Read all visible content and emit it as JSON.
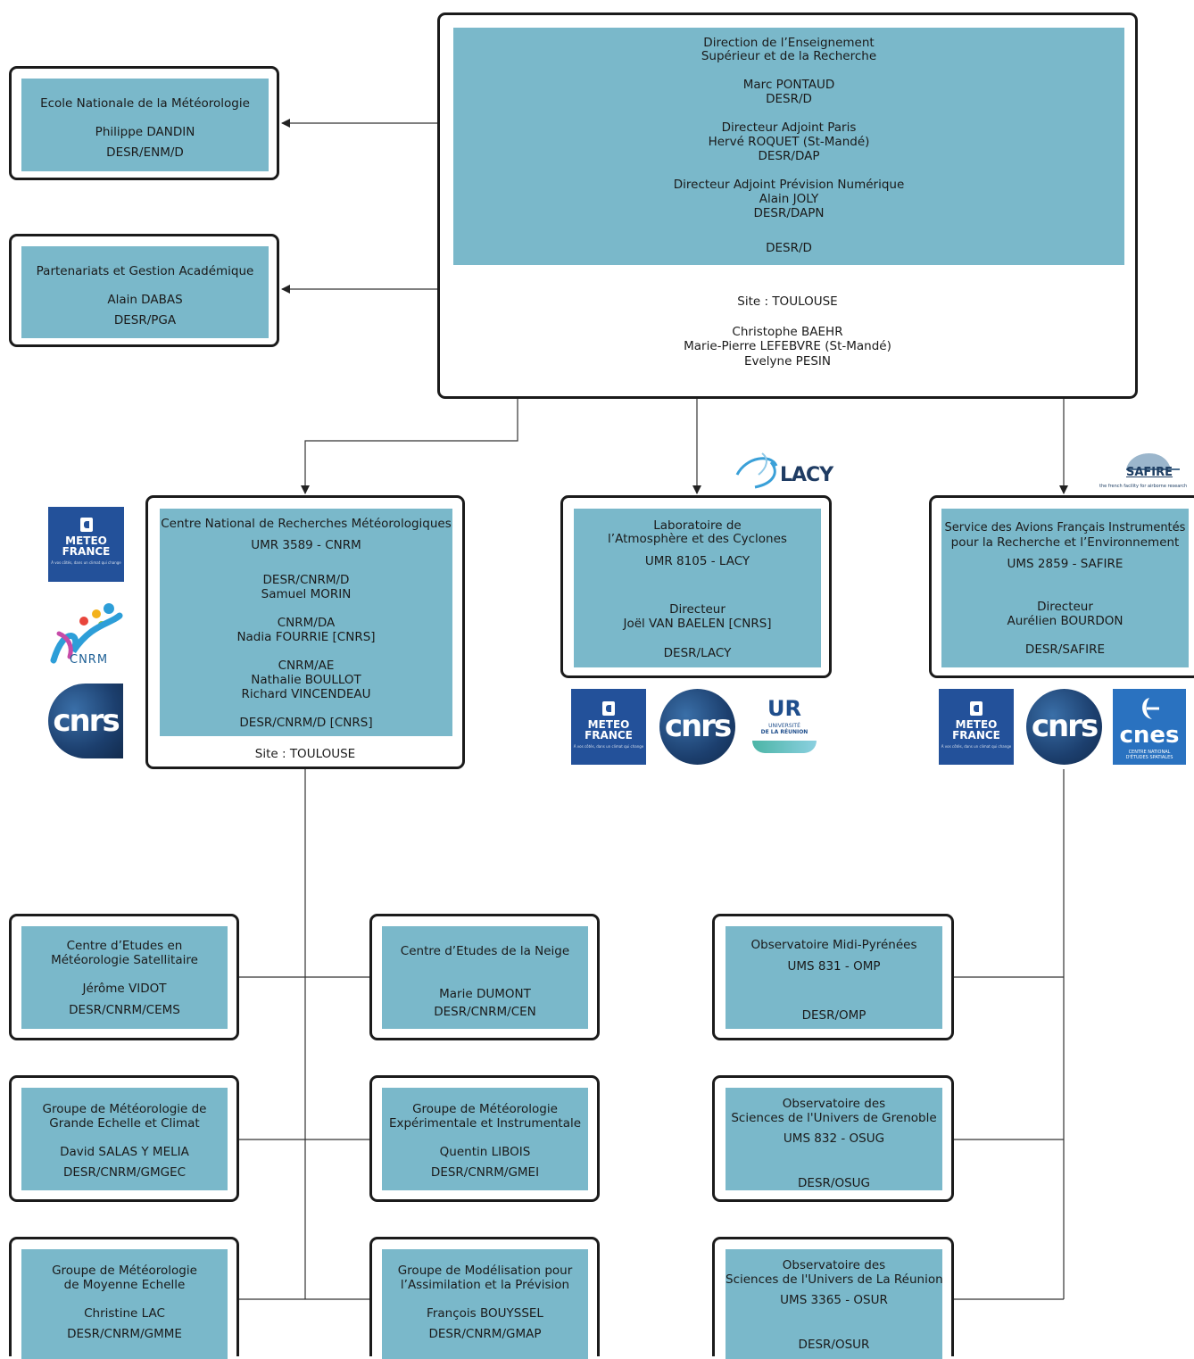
{
  "desr": {
    "panel_lines": [
      "Direction de l’Enseignement",
      "Supérieur et de la Recherche",
      "Marc PONTAUD",
      "DESR/D",
      "Directeur Adjoint Paris",
      "Hervé ROQUET (St-Mandé)",
      "DESR/DAP",
      "Directeur Adjoint Prévision Numérique",
      "Alain JOLY",
      "DESR/DAPN",
      "DESR/D"
    ],
    "site": "Site : TOULOUSE",
    "staff": [
      "Christophe BAEHR",
      "Marie-Pierre LEFEBVRE (St-Mandé)",
      "Evelyne PESIN"
    ]
  },
  "enm": {
    "lines": [
      "Ecole Nationale de la Météorologie",
      "Philippe DANDIN",
      "DESR/ENM/D"
    ]
  },
  "pga": {
    "lines": [
      "Partenariats et Gestion Académique",
      "Alain DABAS",
      "DESR/PGA"
    ]
  },
  "cnrm": {
    "lines": [
      "Centre National de Recherches Météorologiques",
      "UMR 3589 - CNRM",
      "DESR/CNRM/D",
      "Samuel MORIN",
      "CNRM/DA",
      "Nadia FOURRIE [CNRS]",
      "CNRM/AE",
      "Nathalie BOULLOT",
      "Richard VINCENDEAU",
      "DESR/CNRM/D [CNRS]"
    ],
    "site": "Site : TOULOUSE"
  },
  "lacy": {
    "lines": [
      "Laboratoire de",
      "l’Atmosphère et des Cyclones",
      "UMR 8105 - LACY",
      "Directeur",
      "Joël VAN BAELEN [CNRS]",
      "DESR/LACY"
    ]
  },
  "safire": {
    "lines": [
      "Service des Avions Français Instrumentés",
      "pour la Recherche et l’Environnement",
      "UMS 2859 - SAFIRE",
      "Directeur",
      "Aurélien BOURDON",
      "DESR/SAFIRE"
    ]
  },
  "cems": {
    "lines": [
      "Centre d’Etudes en",
      "Météorologie Satellitaire",
      "Jérôme VIDOT",
      "DESR/CNRM/CEMS"
    ]
  },
  "cen": {
    "lines": [
      "Centre d’Etudes de la Neige",
      "Marie DUMONT",
      "DESR/CNRM/CEN"
    ]
  },
  "gmgec": {
    "lines": [
      "Groupe de Météorologie de",
      "Grande Echelle et Climat",
      "David SALAS Y MELIA",
      "DESR/CNRM/GMGEC"
    ]
  },
  "gmei": {
    "lines": [
      "Groupe de Météorologie",
      "Expérimentale et Instrumentale",
      "Quentin LIBOIS",
      "DESR/CNRM/GMEI"
    ]
  },
  "gmme": {
    "lines": [
      "Groupe de Météorologie",
      "de Moyenne Echelle",
      "Christine LAC",
      "DESR/CNRM/GMME"
    ]
  },
  "gmap": {
    "lines": [
      "Groupe de Modélisation pour",
      "l’Assimilation et la Prévision",
      "François BOUYSSEL",
      "DESR/CNRM/GMAP"
    ]
  },
  "omp": {
    "lines": [
      "Observatoire Midi-Pyrénées",
      "UMS 831 - OMP",
      "DESR/OMP"
    ]
  },
  "osug": {
    "lines": [
      "Observatoire des",
      "Sciences de l'Univers de Grenoble",
      "UMS 832 - OSUG",
      "DESR/OSUG"
    ]
  },
  "osur": {
    "lines": [
      "Observatoire des",
      "Sciences de l'Univers de La Réunion",
      "UMS 3365 - OSUR",
      "DESR/OSUR"
    ]
  },
  "logos": {
    "meteo": [
      "METEO",
      "FRANCE"
    ],
    "meteo_tag": "À vos côtés, dans un climat qui change",
    "cnrs": "cnrs",
    "cnrm": "CNRM",
    "lacy": "LACY",
    "safire": "SAFIRE",
    "safire_tag": "the french facility for airborne research",
    "ur": [
      "UR",
      "UNIVERSITÉ",
      "DE LA RÉUNION"
    ],
    "cnes": [
      "cnes",
      "CENTRE NATIONAL",
      "D'ÉTUDES SPATIALES"
    ]
  },
  "colors": {
    "panel": "#7ab8ca",
    "border": "#1b1b1b",
    "line": "#333333",
    "meteo_blue": "#23519a",
    "cnes_blue": "#2a72c0"
  }
}
